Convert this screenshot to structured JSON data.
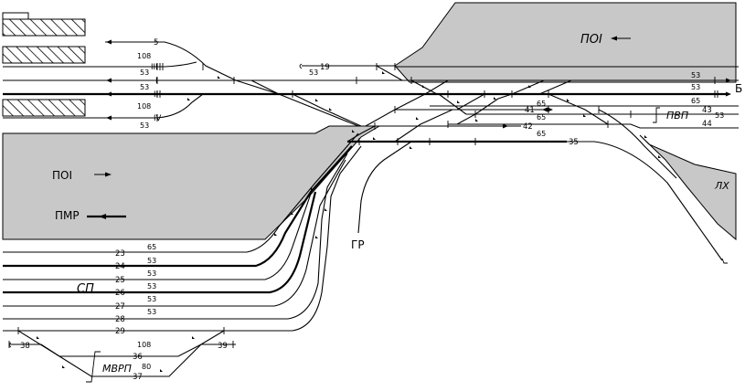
{
  "areas": {
    "top_right": "ПОI",
    "left_main": "ПОI",
    "left_sub": "ПМР",
    "right_low": "ЛХ"
  },
  "labels": {
    "sp": "СП",
    "gr": "ГР",
    "pvp": "ПВП",
    "mvrp": "МВРП",
    "exit_b": "Б"
  },
  "track_numbers": {
    "t5": "5",
    "t1": "I",
    "t2": "II",
    "t3": "III",
    "t4": "IV",
    "t19": "19",
    "t23": "23",
    "t24": "24",
    "t25": "25",
    "t26": "26",
    "t27": "27",
    "t28": "28",
    "t29": "29",
    "t35": "35",
    "t36": "36",
    "t37": "37",
    "t38": "38",
    "t39": "39",
    "t41": "41",
    "t42": "42",
    "t43": "43",
    "t44": "44"
  },
  "track_lengths": {
    "l_108a": "108",
    "l_53a": "53",
    "l_53b": "53",
    "l_108b": "108",
    "l_53c": "53",
    "l_19": "53",
    "l_r1": "53",
    "l_r2": "53",
    "l_r3": "65",
    "l_r4": "53",
    "l_41": "65",
    "l_42": "65",
    "l_35": "65",
    "l_23": "65",
    "l_24": "53",
    "l_25": "53",
    "l_26": "53",
    "l_27": "53",
    "l_28": "53",
    "l_36": "108",
    "l_37": "80"
  }
}
